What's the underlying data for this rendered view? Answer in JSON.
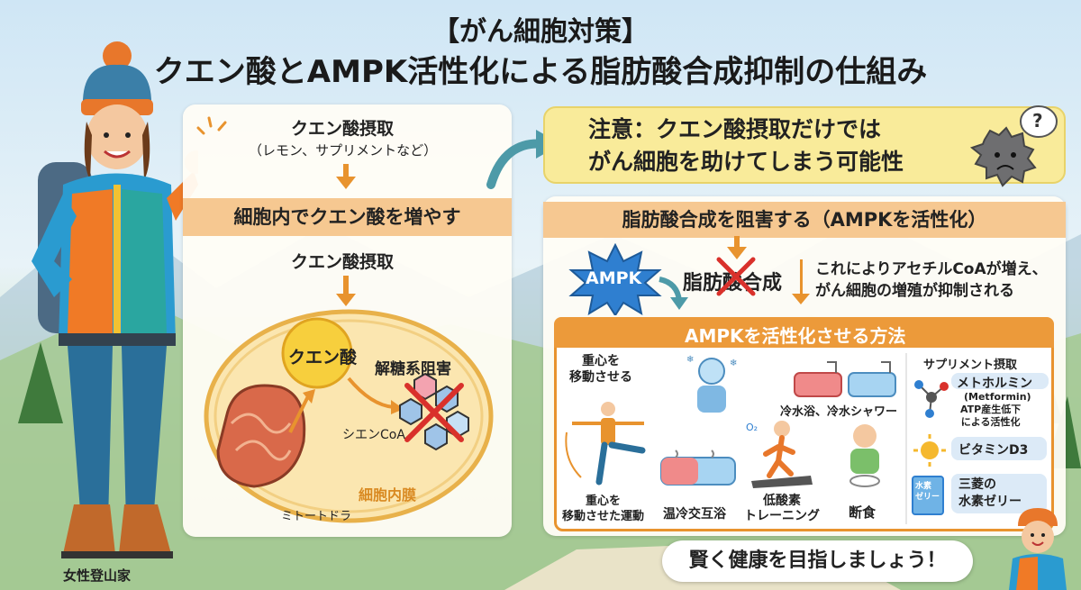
{
  "title": {
    "line1": "【がん細胞対策】",
    "line2": "クエン酸とAMPK活性化による脂肪酸合成抑制の仕組み"
  },
  "hiker_caption": "女性登山家",
  "left_panel": {
    "intake_title": "クエン酸摂取",
    "intake_sub": "（レモン、サプリメントなど）",
    "band": "細胞内でクエン酸を増やす",
    "intake_title2": "クエン酸摂取",
    "citric_acid": "クエン酸",
    "glycolysis_block": "解糖系阻害",
    "citrate_coa": "シエンCoA",
    "membrane_label": "細胞内膜",
    "mitochondria_label": "ミトートドラ"
  },
  "warning": {
    "line1": "注意：クエン酸摂取だけでは",
    "line2": "がん細胞を助けてしまう可能性",
    "question_mark": "?"
  },
  "right_panel": {
    "band": "脂肪酸合成を阻害する（AMPKを活性化）",
    "ampk_label": "AMPK",
    "fatty_acid_synthesis": "脂肪酸合成",
    "effect_line1": "これによりアセチルCoAが増え、",
    "effect_line2": "がん細胞の増殖が抑制される",
    "methods_title": "AMPKを活性化させる方法",
    "methods": {
      "move_weight_top": "重心を\n移動させる",
      "move_weight_bottom": "重心を\n移動させた運動",
      "cold_bath": "冷水浴、冷水シャワー",
      "hot_cold_bath": "温冷交互浴",
      "low_oxygen": "低酸素\nトレーニング",
      "fasting": "断食",
      "oxygen_mark": "O2"
    },
    "supplements": {
      "title": "サプリメント摂取",
      "metformin": "メトホルミン",
      "metformin_en": "(Metformin)",
      "metformin_note": "ATP産生低下\nによる活性化",
      "vitamin_d3": "ビタミンD3",
      "hydrogen_jelly": "三菱の\n水素ゼリー",
      "jelly_pack_text": "水素\nゼリー"
    }
  },
  "closing": "賢く健康を目指しましょう！",
  "colors": {
    "accent_orange": "#e8932e",
    "band_orange": "#f6c891",
    "warning_yellow": "#f9eb9a",
    "ampk_blue": "#2f7fd0",
    "red_cross": "#d9312b"
  }
}
